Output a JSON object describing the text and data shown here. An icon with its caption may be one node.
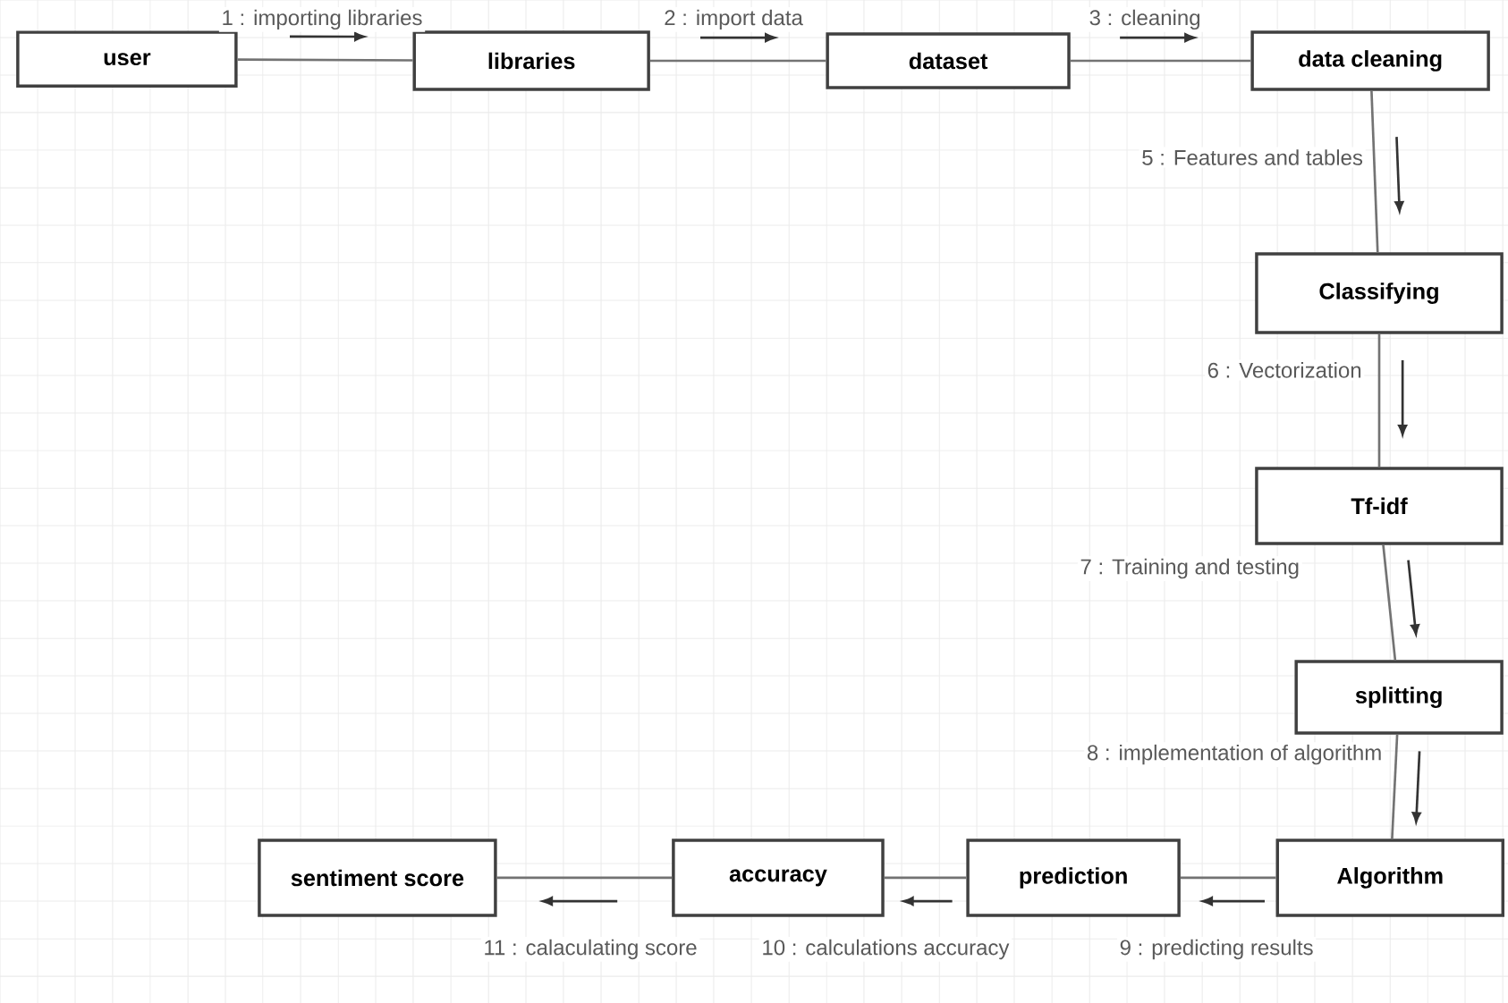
{
  "diagram": {
    "nodes": [
      {
        "text": [
          "user"
        ]
      },
      {
        "text": [
          "libraries"
        ]
      },
      {
        "text": [
          "dataset"
        ]
      },
      {
        "text": [
          "data cleaning"
        ]
      },
      {
        "text": [
          "Classifying"
        ]
      },
      {
        "text": [
          "Tf-idf"
        ]
      },
      {
        "text": [
          "splitting"
        ]
      },
      {
        "text": [
          "Algorithm"
        ]
      },
      {
        "text": [
          "prediction"
        ]
      },
      {
        "text": [
          "accuracy"
        ]
      },
      {
        "text": [
          "sentiment score"
        ]
      }
    ],
    "edges": [
      {
        "from": 0,
        "to": 1,
        "arrow": "none",
        "label": "1 : importing libraries"
      },
      {
        "from": 1,
        "to": 2,
        "arrow": "none",
        "label": "2 : import data"
      },
      {
        "from": 2,
        "to": 3,
        "arrow": "none",
        "label": "3 : cleaning"
      },
      {
        "from": 3,
        "to": 4,
        "arrow": "none",
        "label": "5 : Features and tables"
      },
      {
        "from": 4,
        "to": 5,
        "arrow": "none",
        "label": "6 : Vectorization"
      },
      {
        "from": 5,
        "to": 6,
        "arrow": "none",
        "label": "7 : Training and testing"
      },
      {
        "from": 6,
        "to": 7,
        "arrow": "none",
        "label": "8 : implementation of algorithm"
      },
      {
        "from": 7,
        "to": 8,
        "arrow": "none",
        "label": "9 : predicting results"
      },
      {
        "from": 8,
        "to": 9,
        "arrow": "none",
        "label": "10 : calculations accuracy"
      },
      {
        "from": 9,
        "to": 10,
        "arrow": "none",
        "label": "11 : calaculating score"
      }
    ]
  }
}
